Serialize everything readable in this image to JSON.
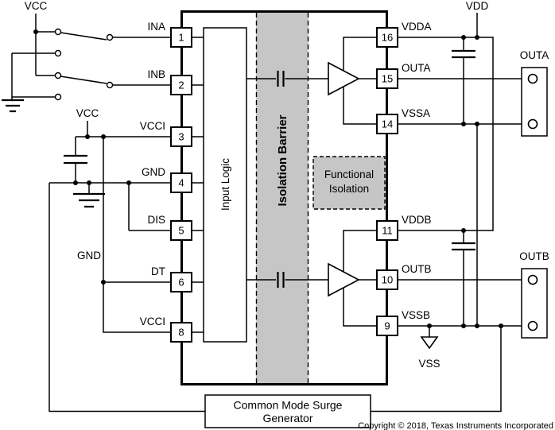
{
  "diagram": {
    "power": {
      "vcc_switch": "VCC",
      "vcc_supply": "VCC",
      "gnd_supply": "GND",
      "vdd": "VDD",
      "vss": "VSS"
    },
    "connectors": {
      "outa": "OUTA",
      "outb": "OUTB"
    },
    "ic": {
      "left_pins": [
        {
          "num": "1",
          "name": "INA"
        },
        {
          "num": "2",
          "name": "INB"
        },
        {
          "num": "3",
          "name": "VCCI"
        },
        {
          "num": "4",
          "name": "GND"
        },
        {
          "num": "5",
          "name": "DIS"
        },
        {
          "num": "6",
          "name": "DT"
        },
        {
          "num": "8",
          "name": "VCCI"
        }
      ],
      "right_pins": [
        {
          "num": "16",
          "name": "VDDA"
        },
        {
          "num": "15",
          "name": "OUTA"
        },
        {
          "num": "14",
          "name": "VSSA"
        },
        {
          "num": "11",
          "name": "VDDB"
        },
        {
          "num": "10",
          "name": "OUTB"
        },
        {
          "num": "9",
          "name": "VSSB"
        }
      ],
      "blocks": {
        "input_logic": "Input Logic",
        "isolation_barrier": "Isolation Barrier",
        "functional_isolation": [
          "Functional",
          "Isolation"
        ]
      }
    },
    "surge_generator": [
      "Common Mode Surge",
      "Generator"
    ],
    "copyright": "Copyright © 2018, Texas Instruments Incorporated",
    "colors": {
      "line": "#000000",
      "barrier_fill": "#c6c6c6"
    }
  }
}
